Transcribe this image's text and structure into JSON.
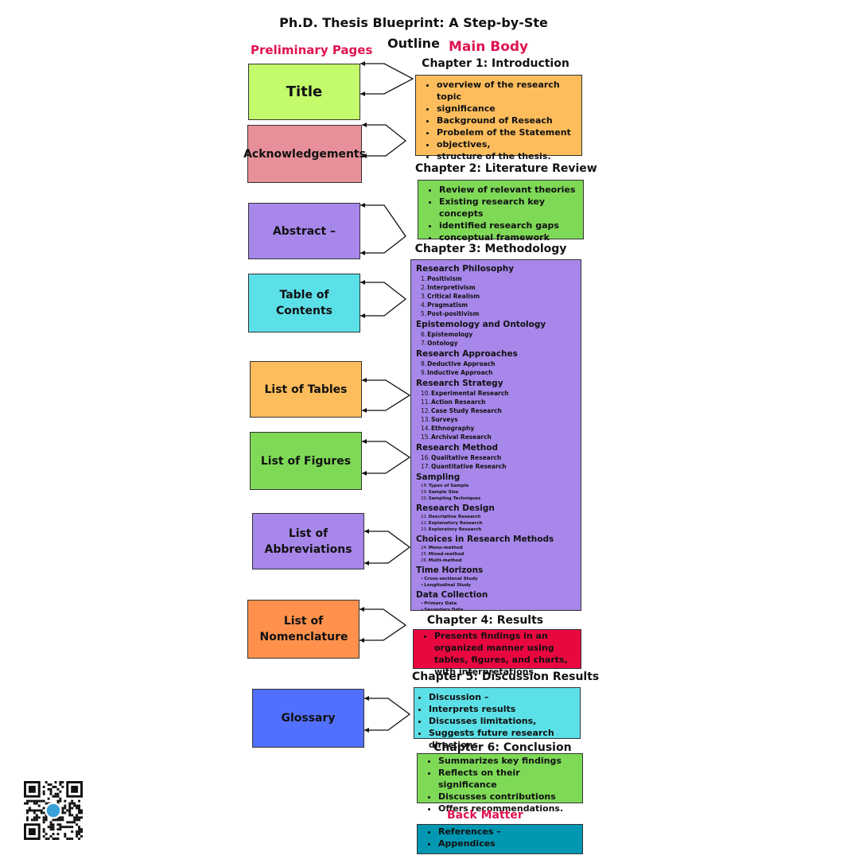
{
  "title_line1": "Ph.D. Thesis Blueprint: A Step-by-Ste",
  "title_line2": "Outline",
  "preliminary_heading": "Preliminary Pages",
  "main_body_heading": "Main Body",
  "back_matter_heading": "Back Matter",
  "preliminary_pages": [
    {
      "label": "Title",
      "color": "#c3fb6c"
    },
    {
      "label": "Acknowledgements",
      "color": "#e7909a"
    },
    {
      "label": "Abstract –",
      "color": "#a787ea"
    },
    {
      "label": "Table of Contents",
      "color": "#5ce0e8"
    },
    {
      "label": "List of Tables",
      "color": "#fdbd5c"
    },
    {
      "label": "List of Figures",
      "color": "#7ed957"
    },
    {
      "label": "List of Abbreviations",
      "color": "#a787ea"
    },
    {
      "label": "List of Nomenclature",
      "color": "#ff914d"
    },
    {
      "label": "Glossary",
      "color": "#5170ff"
    }
  ],
  "chapters": {
    "ch1": {
      "title": "Chapter 1: Introduction",
      "color": "#fdbd5c",
      "items": [
        "overview of the research topic",
        " significance",
        "Background of Reseach",
        "Probelem of the Statement",
        " objectives,",
        "structure of the thesis."
      ]
    },
    "ch2": {
      "title": "Chapter 2: Literature Review",
      "color": "#7ed957",
      "items": [
        "Review of relevant theories",
        "Existing research key concepts",
        "identified research gaps",
        " conceptual framework"
      ]
    },
    "ch3": {
      "title": "Chapter 3: Methodology",
      "color": "#a787ea",
      "sections": [
        {
          "heading": "Research Philosophy",
          "items": [
            [
              "1.",
              "Positivism"
            ],
            [
              "2.",
              "Interpretivism"
            ],
            [
              "3.",
              "Critical Realism"
            ],
            [
              "4.",
              "Pragmatism"
            ],
            [
              "5.",
              "Post-positivism"
            ]
          ]
        },
        {
          "heading": " Epistemology and Ontology",
          "items": [
            [
              "6.",
              "Epistemology"
            ],
            [
              "7.",
              "Ontology"
            ]
          ]
        },
        {
          "heading": "Research Approaches",
          "items": [
            [
              "8.",
              "Deductive Approach"
            ],
            [
              "9.",
              "Inductive Approach"
            ]
          ]
        },
        {
          "heading": "Research Strategy",
          "items": [
            [
              "10.",
              "Experimental Research"
            ],
            [
              "11.",
              "Action Research"
            ],
            [
              "12.",
              "Case Study Research"
            ],
            [
              "13.",
              "Surveys"
            ],
            [
              "14.",
              "Ethnography"
            ],
            [
              "15.",
              "Archival Research"
            ]
          ]
        },
        {
          "heading": " Research Method",
          "items": [
            [
              "16.",
              "Qualitative Research"
            ],
            [
              "17.",
              "Quantitative Research"
            ]
          ]
        },
        {
          "heading": "Sampling",
          "small": true,
          "items": [
            [
              "18.",
              "Types of Sample"
            ],
            [
              "19.",
              "Sample Size"
            ],
            [
              "20.",
              "Sampling Techniques"
            ]
          ]
        },
        {
          "heading": " Research Design",
          "small": true,
          "items": [
            [
              "21.",
              "Descriptive Research"
            ],
            [
              "22.",
              "Explanatory Research"
            ],
            [
              "23.",
              "Exploratory Research"
            ]
          ]
        },
        {
          "heading": "Choices in Research Methods",
          "small": true,
          "items": [
            [
              "24.",
              "Mono-method"
            ],
            [
              "25.",
              "Mixed-method"
            ],
            [
              "26.",
              "Multi-method"
            ]
          ]
        },
        {
          "heading": "Time Horizons",
          "small": true,
          "items": [
            [
              "•",
              "Cross-sectional Study"
            ],
            [
              "•",
              "Longitudinal Study"
            ]
          ]
        },
        {
          "heading": "Data Collection",
          "small": true,
          "items": [
            [
              "•",
              "Primary Data"
            ],
            [
              "•",
              "Secondary Data"
            ]
          ]
        }
      ]
    },
    "ch4": {
      "title": "Chapter 4: Results",
      "color": "#e9073f",
      "items": [
        "Presents findings in an organized manner using tables, figures, and charts, with interpretations."
      ]
    },
    "ch5": {
      "title": "Chapter 5: Discussion Results",
      "color": "#5ce0e8",
      "items": [
        " Discussion –",
        " Interprets results",
        "Discusses limitations,",
        "Suggests future research directions."
      ]
    },
    "ch6": {
      "title": "Chapter 6: Conclusion",
      "color": "#7ed957",
      "items": [
        "Summarizes key findings",
        "Reflects on their significance",
        "Discusses contributions",
        "Offers recommendations."
      ]
    },
    "back": {
      "color": "#0097b2",
      "items": [
        "References –",
        "Appendices"
      ]
    }
  },
  "qr_icon": "qr-code-icon"
}
